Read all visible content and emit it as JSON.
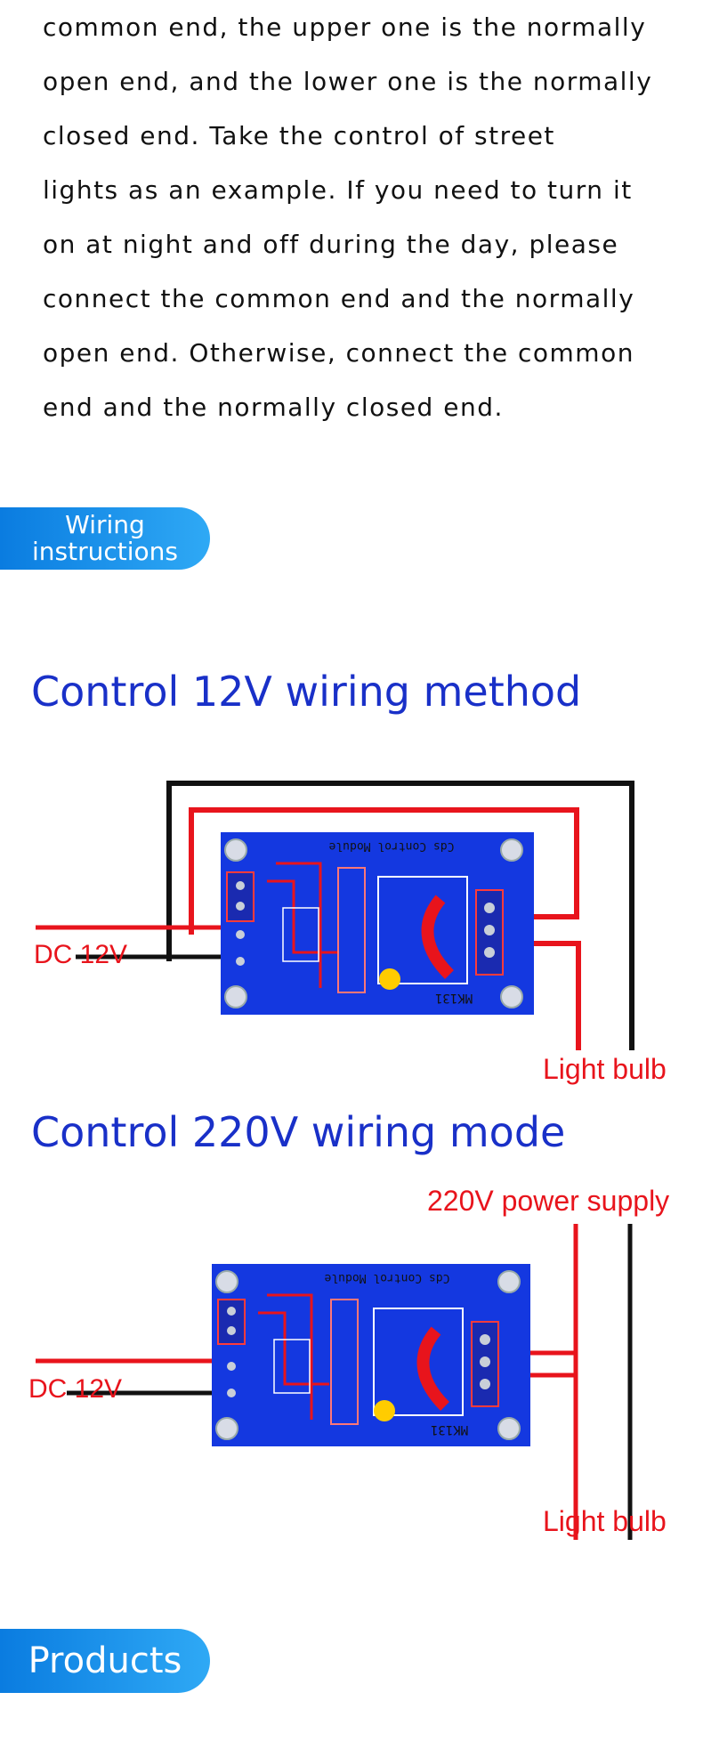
{
  "paragraph": {
    "lines": [
      "common end, the upper one is the normally",
      "open end, and the lower one is the normally",
      "closed end. Take the control of street",
      "lights as an example. If you need to turn it",
      "on at night and off during the day, please",
      "connect the common end and the normally",
      "open end. Otherwise, connect the common",
      "end and the normally closed end."
    ]
  },
  "wiring_badge": {
    "line1": "Wiring",
    "line2": "instructions"
  },
  "section_12v": {
    "title": "Control 12V wiring method",
    "dc_label": "DC 12V",
    "bulb_label": "Light bulb",
    "board_text": "Cds Control Module",
    "board_model": "MK131"
  },
  "section_220v": {
    "title": "Control 220V wiring mode",
    "power_label": "220V power supply",
    "dc_label": "DC 12V",
    "bulb_label": "Light bulb",
    "board_text": "Cds Control Module",
    "board_model": "MK131"
  },
  "products_badge": {
    "label": "Products"
  },
  "colors": {
    "accent_blue": "#1930c8",
    "wire_red": "#e8141c",
    "wire_black": "#111111",
    "board_blue": "#1438e0",
    "badge_blue": "#0a7ce0"
  }
}
